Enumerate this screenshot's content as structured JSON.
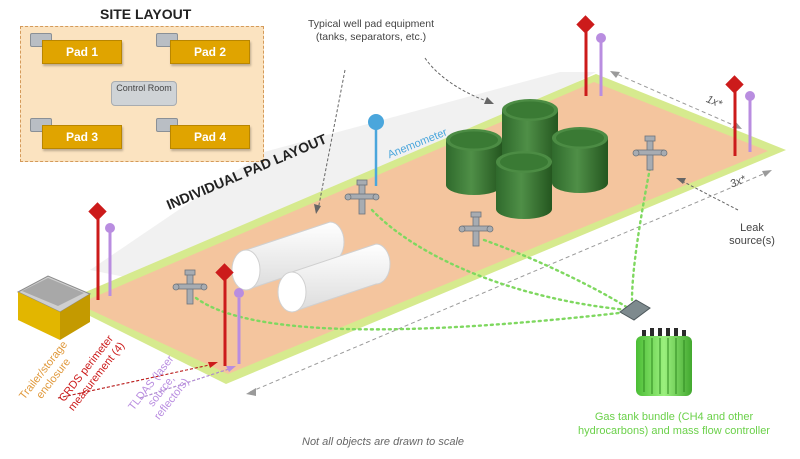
{
  "site_layout": {
    "title": "SITE LAYOUT",
    "pads": [
      "Pad 1",
      "Pad 2",
      "Pad 3",
      "Pad 4"
    ],
    "control_room": "Control Room"
  },
  "pad_layout_title": "INDIVIDUAL PAD LAYOUT",
  "labels": {
    "equipment": "Typical well pad equipment (tanks, separators, etc.)",
    "anemometer": "Anemometer",
    "leak_sources": "Leak source(s)",
    "dist_1x": "1x*",
    "dist_3x": "3x*",
    "trailer": "Trailer/storage enclosure",
    "crds": "CRDS perimeter measurement (4)",
    "tldas": "TLDAS (laser source, reflectors)",
    "gas_tank": "Gas tank bundle (CH4 and other hydrocarbons) and mass flow controller",
    "footnote": "Not all objects are drawn to scale"
  },
  "colors": {
    "inset_bg": "#fbe3c0",
    "pad_fill": "#f5c8a0",
    "pad_border": "#c9e07a",
    "pad_box": "#e0a400",
    "tank_green": "#3e7a3a",
    "crds_red": "#cc1b1b",
    "tldas_purple": "#b98de0",
    "anemometer_blue": "#4aa6dc",
    "gas_green": "#6bd14a",
    "trailer_gold": "#e2b600",
    "trailer_text": "#e0993c"
  },
  "icons": [
    "wellhead-icon",
    "storage-tank-icon",
    "anemometer-icon",
    "crds-sensor-icon",
    "tldas-reflector-icon",
    "gas-cylinder-icon",
    "trailer-icon"
  ]
}
